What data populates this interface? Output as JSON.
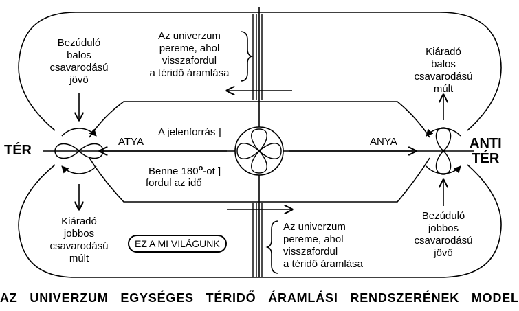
{
  "labels": {
    "ter": "TÉR",
    "anti_ter": "ANTI\nTÉR",
    "atya": "ATYA",
    "anya": "ANYA",
    "jelenforras": "A jelenforrás ]",
    "benne": "Benne 180",
    "deg_sup": "o",
    "ot": "-ot ]",
    "fordul": "fordul az idő",
    "top_left": "Bezúduló\nbalos\ncsavarodású\njövő",
    "top_right": "Kiáradó\nbalos\ncsavarodású\nmúlt",
    "bottom_left": "Kiáradó\njobbos\ncsavarodású\nmúlt",
    "bottom_right": "Bezúduló\njobbos\ncsavarodású\njövő",
    "perem_top": "Az univerzum\npereme, ahol\nvisszafordul\na téridő áramlása",
    "perem_bottom": "Az univerzum\npereme, ahol\nvisszafordul\na téridő áramlása",
    "vilagunk": "EZ A MI VILÁGUNK",
    "title": "AZ UNIVERZUM EGYSÉGES TÉRIDŐ ÁRAMLÁSI RENDSZERÉNEK MODELLJE"
  },
  "icons": [
    "left-vortex-icon",
    "center-clover-icon",
    "right-vortex-icon",
    "arrow-icon",
    "brace-icon"
  ]
}
